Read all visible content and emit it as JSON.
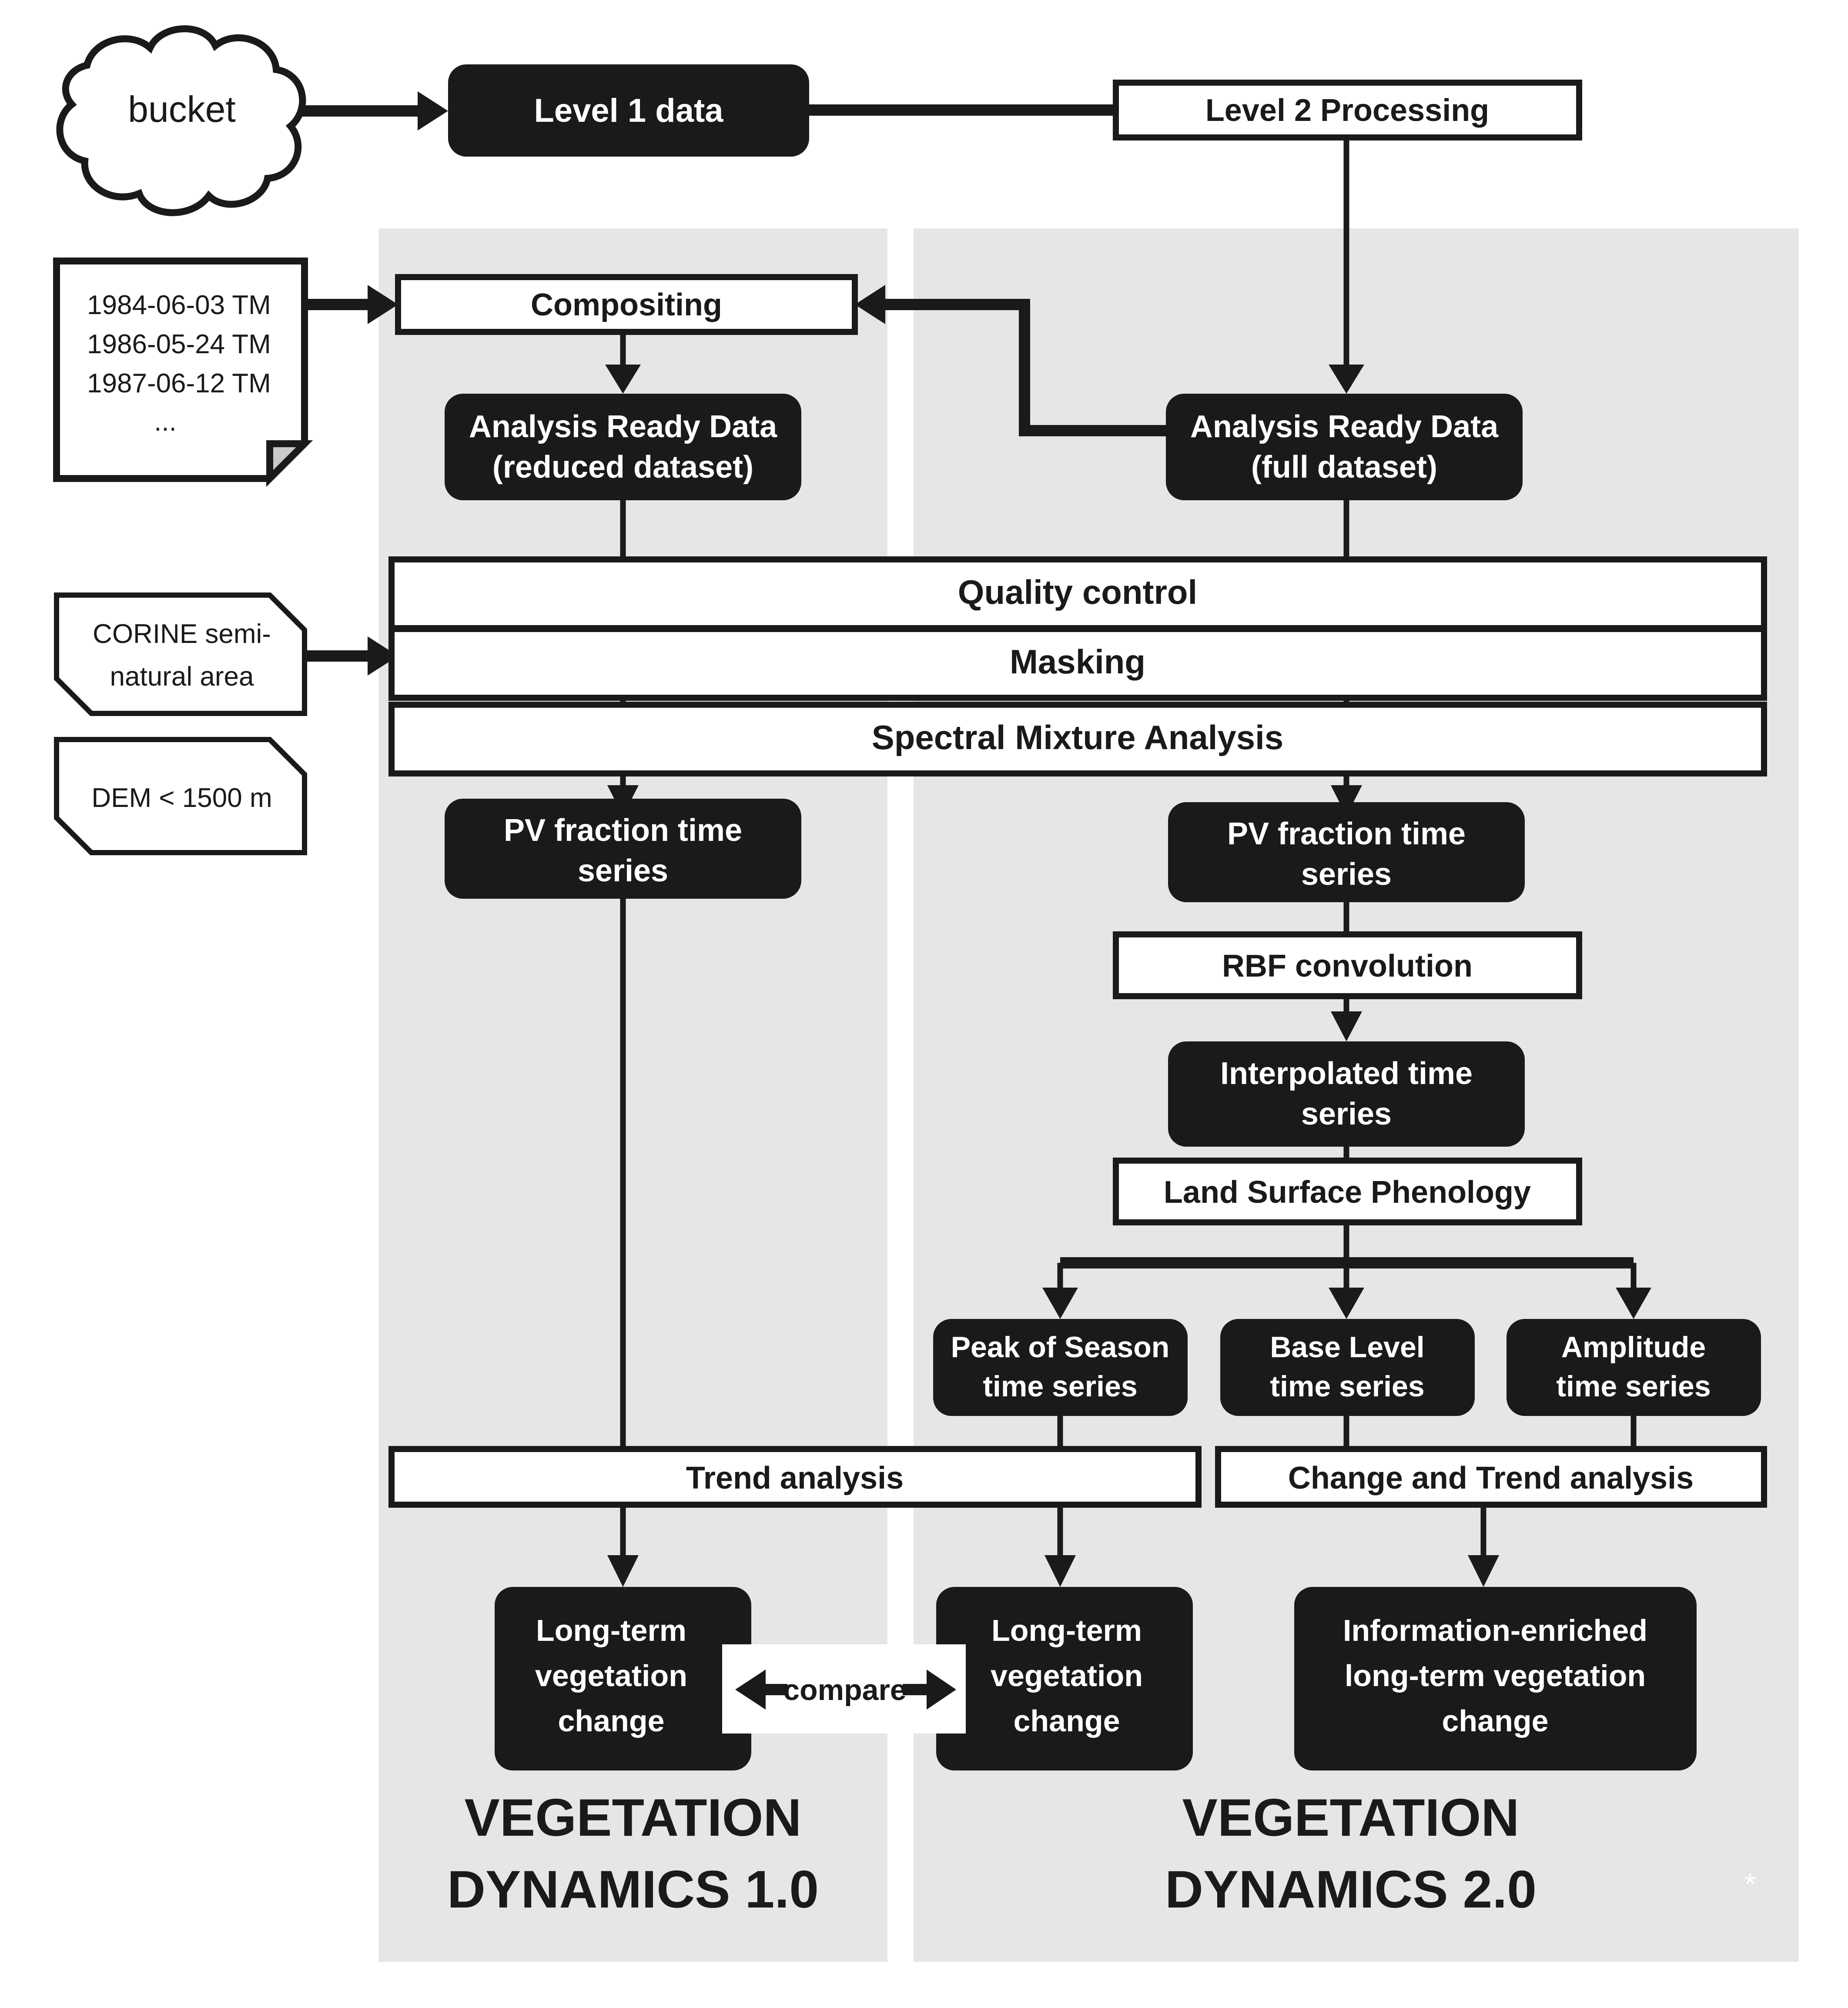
{
  "diagram": {
    "title": "Vegetation Dynamics processing chain",
    "colors": {
      "panel_gray": "#e6e6e6",
      "dark_fill": "#1a1a1a",
      "dark_text": "#ffffff",
      "light_fill": "#ffffff",
      "light_text": "#1a1a1a",
      "line": "#1a1a1a"
    }
  },
  "sources": {
    "cloud": {
      "label": "bucket"
    },
    "scene_list": {
      "lines": [
        "1984-06-03 TM",
        "1986-05-24 TM",
        "1987-06-12 TM",
        "..."
      ]
    },
    "corine": {
      "line1": "CORINE semi-",
      "line2": "natural area"
    },
    "dem": {
      "label": "DEM < 1500 m"
    }
  },
  "nodes": {
    "level1_data": {
      "label": "Level 1 data"
    },
    "level2_processing": {
      "label": "Level 2 Processing"
    },
    "compositing": {
      "label": "Compositing"
    },
    "ard_reduced": {
      "line1": "Analysis Ready Data",
      "line2": "(reduced dataset)"
    },
    "ard_full": {
      "line1": "Analysis Ready Data",
      "line2": "(full dataset)"
    },
    "quality_control": {
      "label": "Quality control"
    },
    "masking": {
      "label": "Masking"
    },
    "spectral_mixture_analysis": {
      "label": "Spectral Mixture Analysis"
    },
    "pv_fraction_left": {
      "line1": "PV fraction time",
      "line2": "series"
    },
    "pv_fraction_right": {
      "line1": "PV fraction time",
      "line2": "series"
    },
    "rbf_convolution": {
      "label": "RBF convolution"
    },
    "interpolated_ts": {
      "line1": "Interpolated time",
      "line2": "series"
    },
    "land_surface_phenology": {
      "label": "Land Surface Phenology"
    },
    "peak_of_season": {
      "line1": "Peak of Season",
      "line2": "time series"
    },
    "base_level": {
      "line1": "Base Level",
      "line2": "time series"
    },
    "amplitude": {
      "line1": "Amplitude",
      "line2": "time series"
    },
    "trend_analysis": {
      "label": "Trend analysis"
    },
    "change_and_trend_analysis": {
      "label": "Change and Trend analysis"
    },
    "ltvc_left": {
      "line1": "Long-term",
      "line2": "vegetation",
      "line3": "change"
    },
    "ltvc_right": {
      "line1": "Long-term",
      "line2": "vegetation",
      "line3": "change"
    },
    "info_enriched": {
      "line1": "Information-enriched",
      "line2": "long-term vegetation",
      "line3": "change"
    },
    "compare": {
      "label": "compare"
    }
  },
  "panels": {
    "left": {
      "line1": "VEGETATION",
      "line2": "DYNAMICS 1.0"
    },
    "right": {
      "line1": "VEGETATION",
      "line2": "DYNAMICS 2.0"
    }
  }
}
